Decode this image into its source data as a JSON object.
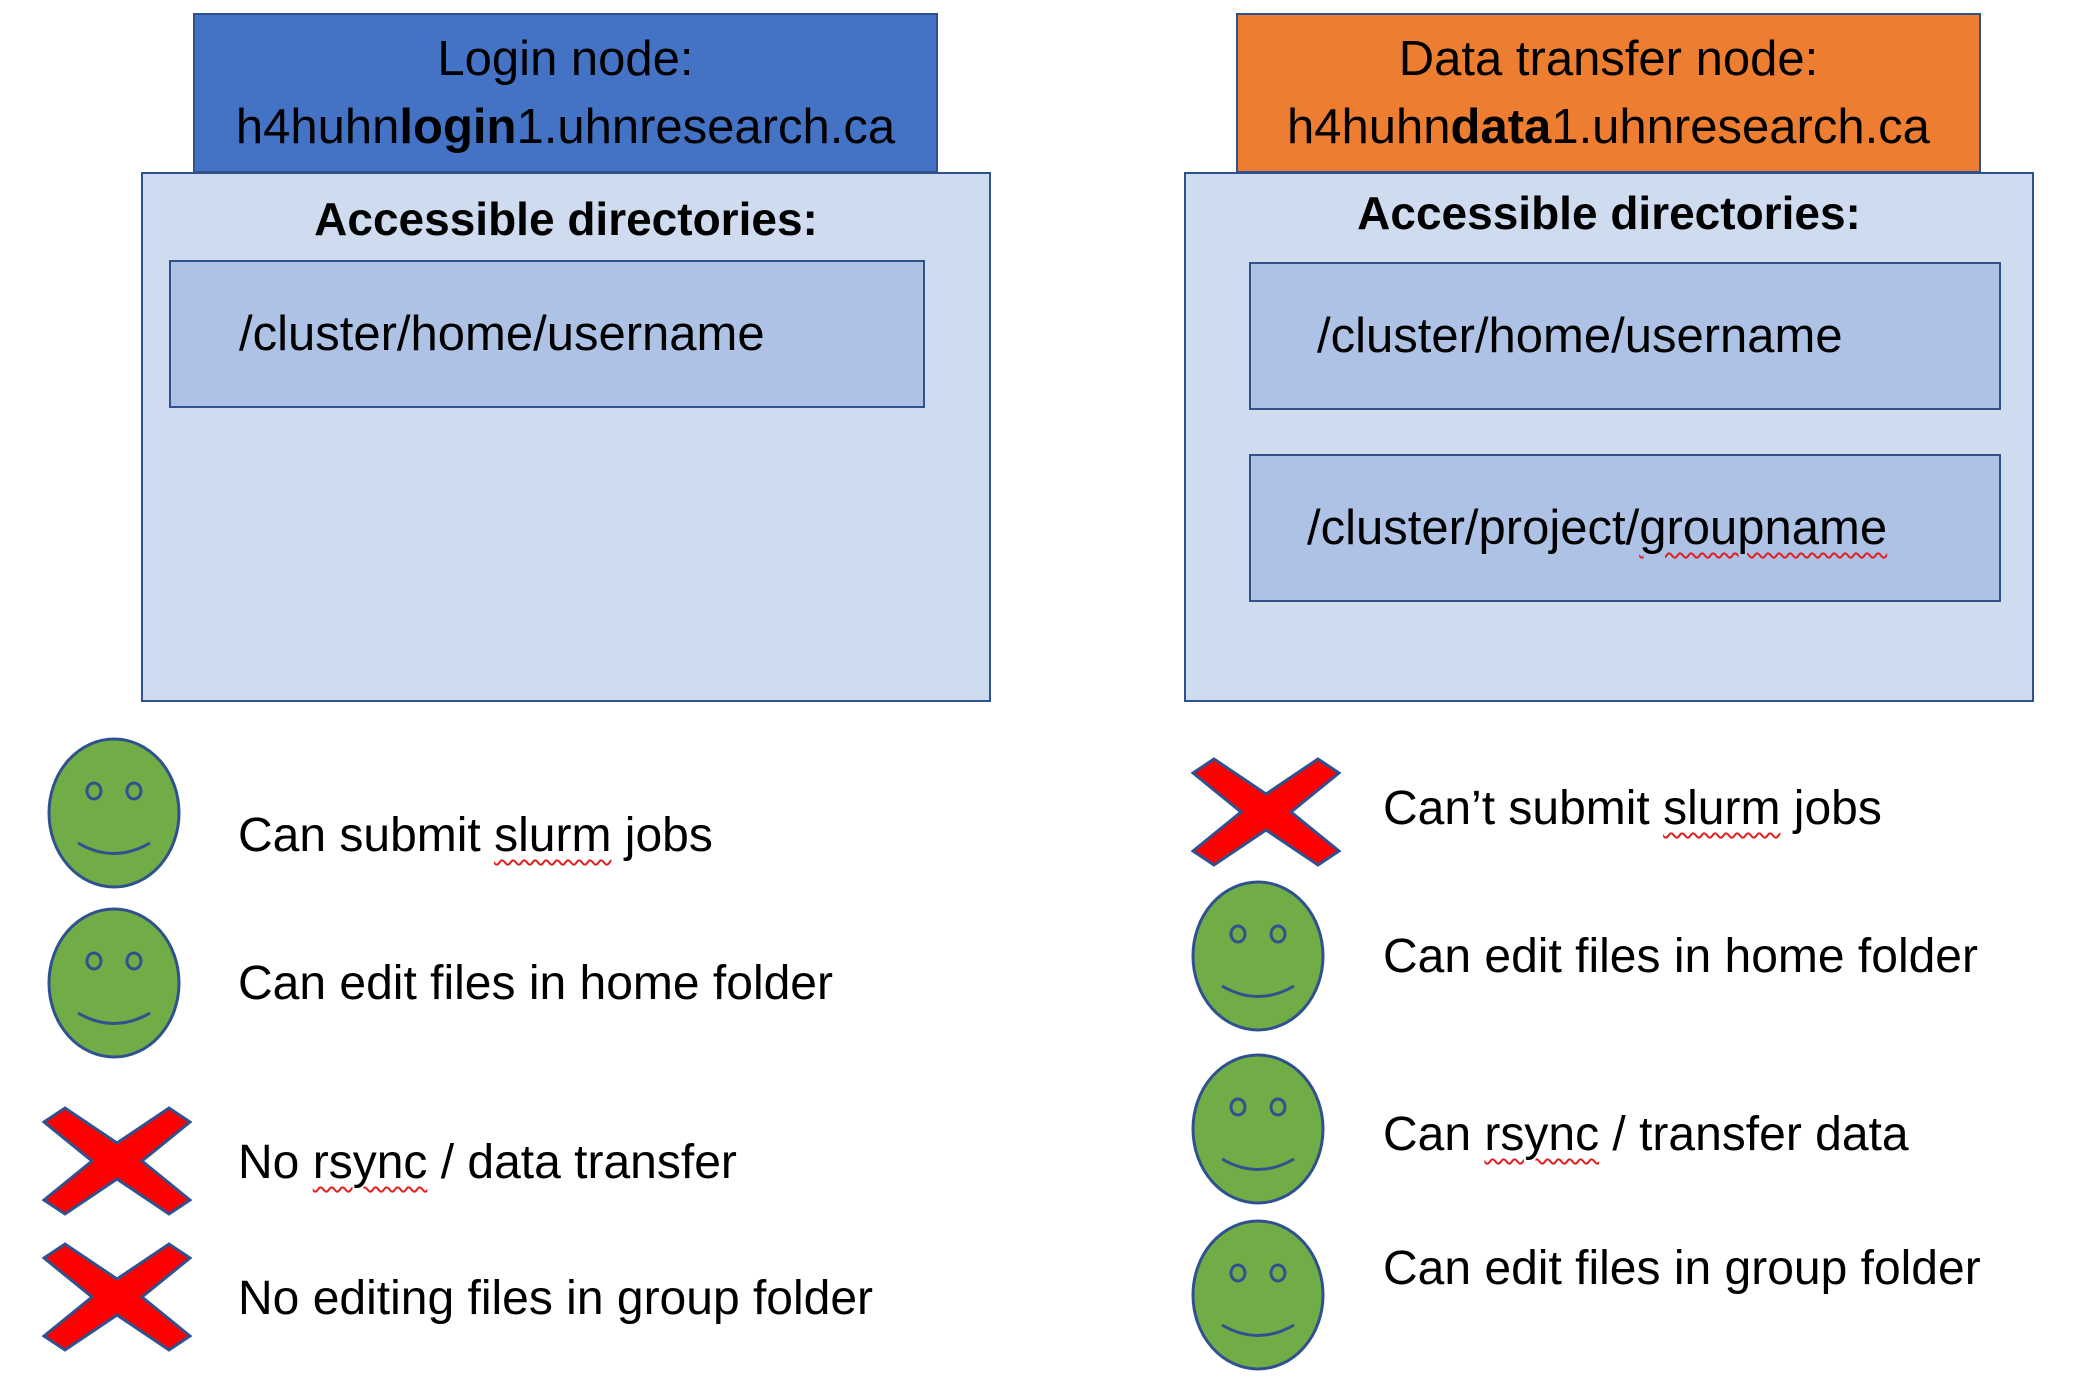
{
  "login_node": {
    "header": {
      "line1": "Login node:",
      "host_prefix": "h4huhn",
      "host_bold": "login",
      "host_suffix": "1.uhnresearch.ca"
    },
    "panel_title": "Accessible directories:",
    "directories": [
      "/cluster/home/username"
    ],
    "capabilities": [
      {
        "icon": "smiley-icon",
        "pre": "Can submit ",
        "flag": "slurm",
        "post": " jobs"
      },
      {
        "icon": "smiley-icon",
        "pre": "Can edit files in home folder",
        "flag": "",
        "post": ""
      },
      {
        "icon": "red-x-icon",
        "pre": "No ",
        "flag": "rsync",
        "post": " / data transfer"
      },
      {
        "icon": "red-x-icon",
        "pre": "No editing files in group folder",
        "flag": "",
        "post": ""
      }
    ]
  },
  "data_node": {
    "header": {
      "line1": "Data transfer node:",
      "host_prefix": "h4huhn",
      "host_bold": "data",
      "host_suffix": "1.uhnresearch.ca"
    },
    "panel_title": "Accessible directories:",
    "directories": [
      "/cluster/home/username",
      "/cluster/project/groupname"
    ],
    "directory_flag": "groupname",
    "capabilities": [
      {
        "icon": "red-x-icon",
        "pre": "Can’t submit ",
        "flag": "slurm",
        "post": " jobs"
      },
      {
        "icon": "smiley-icon",
        "pre": "Can edit files in home folder",
        "flag": "",
        "post": ""
      },
      {
        "icon": "smiley-icon",
        "pre": "Can ",
        "flag": "rsync",
        "post": " / transfer data"
      },
      {
        "icon": "smiley-icon",
        "pre": "Can edit files in group folder",
        "flag": "",
        "post": ""
      }
    ]
  },
  "colors": {
    "login_header": "#4472c4",
    "data_header": "#ed7d31",
    "panel_fill": "#cfdcf0",
    "dir_fill": "#adc2e5",
    "border": "#2f528f",
    "smiley_fill": "#70ad47",
    "x_fill": "#ff0000"
  }
}
